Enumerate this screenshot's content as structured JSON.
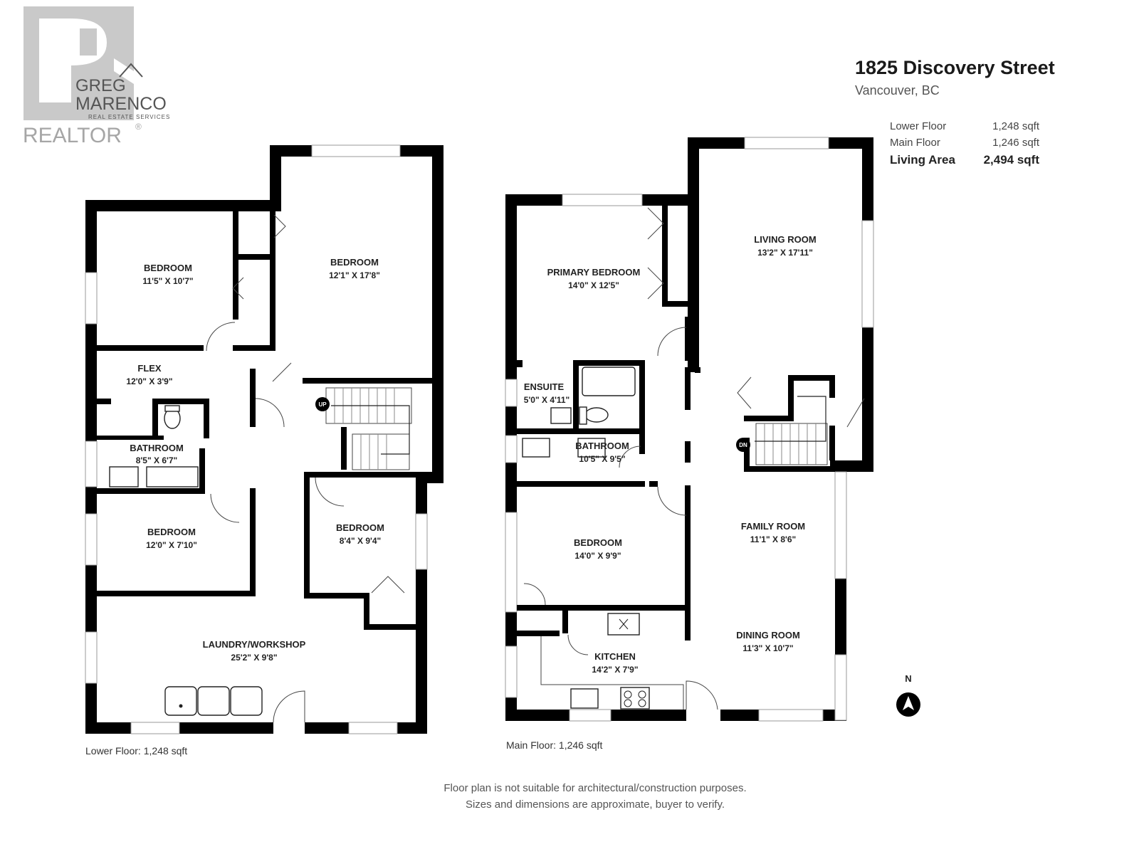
{
  "brand": {
    "initial": "R",
    "name_line1": "GREG",
    "name_line2": "MARENCO",
    "tagline": "REAL ESTATE SERVICES",
    "realtor": "REALTOR",
    "registered": "®"
  },
  "property": {
    "address": "1825 Discovery Street",
    "city": "Vancouver, BC"
  },
  "areas": [
    {
      "label": "Lower Floor",
      "value": "1,248 sqft"
    },
    {
      "label": "Main Floor",
      "value": "1,246 sqft"
    },
    {
      "label": "Living Area",
      "value": "2,494 sqft"
    }
  ],
  "lower_floor": {
    "caption": "Lower Floor: 1,248 sqft",
    "rooms": [
      {
        "name": "BEDROOM",
        "dims": "11'5\" X 10'7\""
      },
      {
        "name": "BEDROOM",
        "dims": "12'1\" X 17'8\""
      },
      {
        "name": "FLEX",
        "dims": "12'0\" X 3'9\""
      },
      {
        "name": "BATHROOM",
        "dims": "8'5\" X 6'7\""
      },
      {
        "name": "BEDROOM",
        "dims": "12'0\" X 7'10\""
      },
      {
        "name": "BEDROOM",
        "dims": "8'4\" X 9'4\""
      },
      {
        "name": "LAUNDRY/WORKSHOP",
        "dims": "25'2\" X 9'8\""
      }
    ],
    "stair_label": "UP"
  },
  "main_floor": {
    "caption": "Main Floor: 1,246 sqft",
    "rooms": [
      {
        "name": "PRIMARY BEDROOM",
        "dims": "14'0\" X 12'5\""
      },
      {
        "name": "LIVING ROOM",
        "dims": "13'2\" X 17'11\""
      },
      {
        "name": "ENSUITE",
        "dims": "5'0\" X 4'11\""
      },
      {
        "name": "BATHROOM",
        "dims": "10'5\" X 9'5\""
      },
      {
        "name": "BEDROOM",
        "dims": "14'0\" X 9'9\""
      },
      {
        "name": "FAMILY ROOM",
        "dims": "11'1\" X 8'6\""
      },
      {
        "name": "DINING ROOM",
        "dims": "11'3\" X 10'7\""
      },
      {
        "name": "KITCHEN",
        "dims": "14'2\" X 7'9\""
      }
    ],
    "stair_label": "DN"
  },
  "compass": {
    "label": "N"
  },
  "disclaimer": [
    "Floor plan is not suitable for architectural/construction purposes.",
    "Sizes and dimensions are approximate, buyer to verify."
  ]
}
